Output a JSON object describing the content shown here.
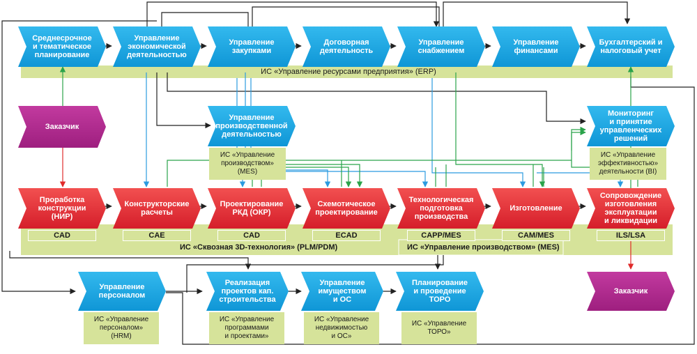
{
  "blocks": {
    "planning": "Среднесрочное\nи тематическое\nпланирование",
    "economic": "Управление\nэкономической\nдеятельностью",
    "procurement": "Управление\nзакупками",
    "contracts": "Договорная\nдеятельность",
    "supply": "Управление\nснабжением",
    "finance": "Управление\nфинансами",
    "accounting": "Бухгалтерский и\nналоговый учет",
    "customer_top": "Заказчик",
    "production_mgmt": "Управление\nпроизводственной\nдеятельностью",
    "monitoring": "Мониторинг\nи принятие\nуправленческих\nрешений",
    "rnd": "Проработка\nконструкции\n(НИР)",
    "calc": "Конструкторские\nрасчеты",
    "rkd": "Проектирование\nРКД (ОКР)",
    "schematic": "Схемотическое\nпроектирование",
    "tech_prep": "Технологическая\nподготовка\nпроизводства",
    "manufacturing": "Изготовление",
    "support": "Сопровождение\nизготовления\nэксплуатации\nи ликвидации",
    "customer_bottom": "Заказчик",
    "hr": "Управление\nперсоналом",
    "capital": "Реализация\nпроектов кап.\nстроительства",
    "property": "Управление\nимуществом\nи ОС",
    "toro": "Планирование\nи проведение\nТОРО"
  },
  "systems": {
    "erp": "ИС «Управление ресурсами предприятия» (ERP)",
    "plm": "ИС «Сквозная 3D-технология» (PLM/PDM)",
    "mes_band": "ИС «Управление производством» (MES)",
    "mes_box": "ИС «Управление\nпроизводством»\n(MES)",
    "bi_box": "ИС «Управление\nэффективностью»\nдеятельности (BI)",
    "hrm_box": "ИС «Управление\nперсоналом»\n(HRM)",
    "projects_box": "ИС «Управление\nпрограммами\nи проектами»",
    "property_box": "ИС «Управление\nнедвижимостью\nи ОС»",
    "toro_box": "ИС «Управление\nТОРО»"
  },
  "tags": {
    "cad1": "CAD",
    "cae": "CAE",
    "cad2": "CAD",
    "ecad": "ECAD",
    "capp": "CAPP/MES",
    "cam": "CAM/MES",
    "ils": "ILS/LSA"
  },
  "colors": {
    "process_blue": "#1aa6e2",
    "process_red": "#e03038",
    "customer_purple": "#b02d90",
    "system_green": "#d6e39a",
    "arrow_dark": "#222222",
    "arrow_blue": "#2b9be0",
    "arrow_green": "#2aa34a",
    "arrow_red": "#e02a2a"
  }
}
